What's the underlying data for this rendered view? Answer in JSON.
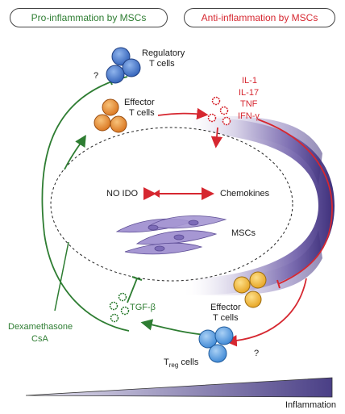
{
  "headers": {
    "pro": "Pro-inflammation by MSCs",
    "anti": "Anti-inflammation by MSCs"
  },
  "labels": {
    "regulatory_line1": "Regulatory",
    "regulatory_line2": "T cells",
    "effector_top_line1": "Effector",
    "effector_top_line2": "T cells",
    "effector_bottom_line1": "Effector",
    "effector_bottom_line2": "T cells",
    "treg_main": "T",
    "treg_sub": "reg",
    "treg_suffix": " cells",
    "no_ido": "NO IDO",
    "chemokines": "Chemokines",
    "mscs": "MSCs",
    "tgf_beta": "TGF-β",
    "dexamethasone": "Dexamethasone",
    "csa": "CsA",
    "question_top": "?",
    "question_bottom": "?",
    "inflammation": "Inflammation"
  },
  "cytokines": [
    "IL-1",
    "IL-17",
    "TNF",
    "IFN-γ"
  ],
  "colors": {
    "green": "#2e7d32",
    "red": "#d62730",
    "purple_dark": "#4a3a85",
    "regulatory_cell": "#3f6fc4",
    "effector_cell": "#e88a2a",
    "effector_bottom_cell": "#f2b640",
    "treg_cell": "#4f9de0",
    "msc_cell": "#9b8ac9"
  }
}
